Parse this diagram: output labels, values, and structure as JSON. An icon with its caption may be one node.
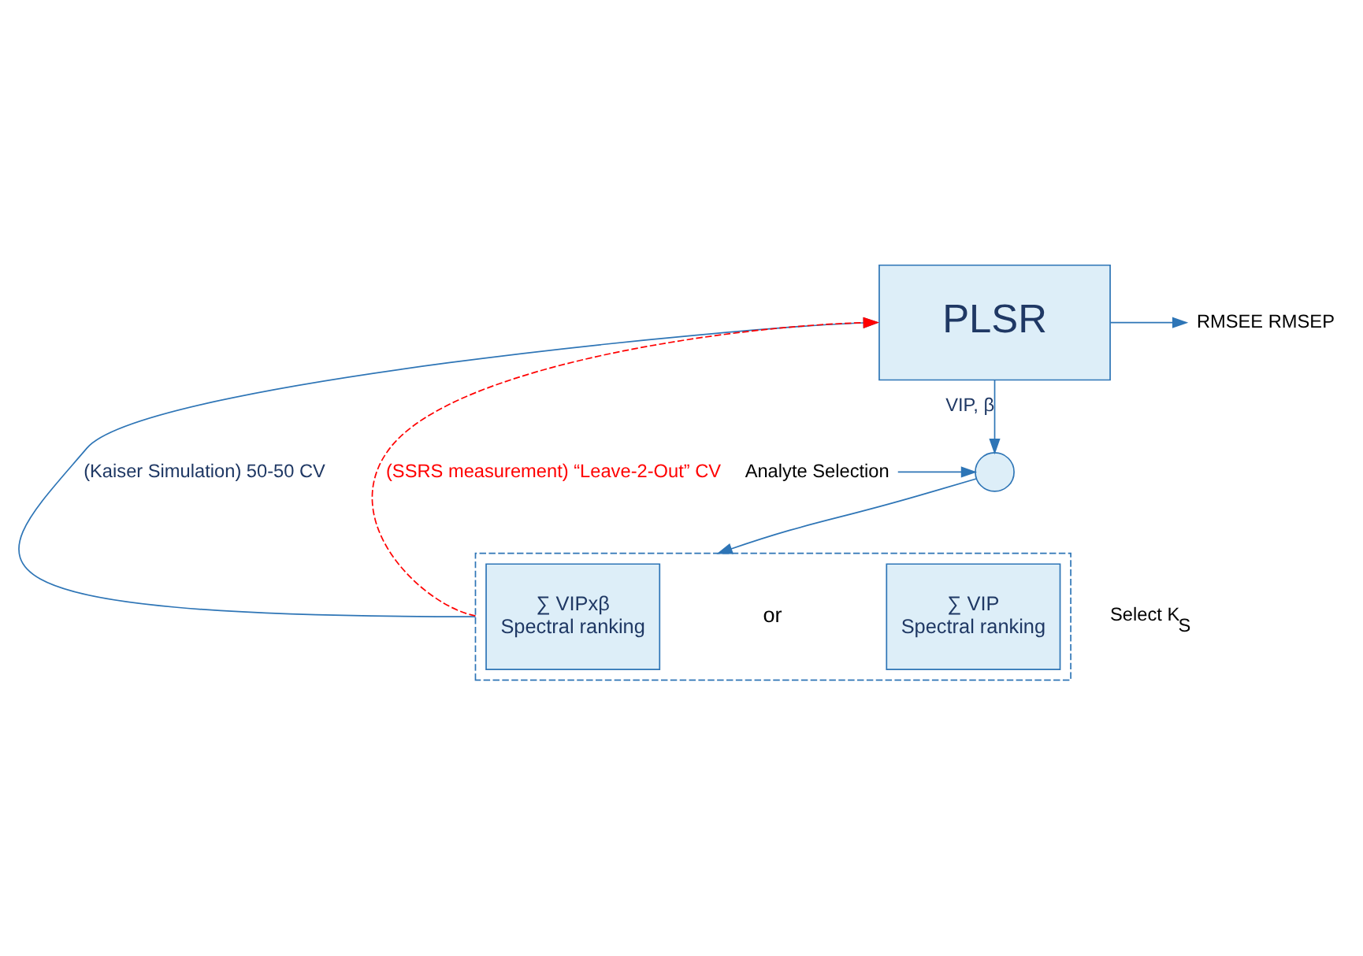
{
  "diagram": {
    "nodes": [
      {
        "text": [
          "PLSR"
        ]
      },
      {
        "text": [],
        "shape": "circle"
      },
      {
        "text": [
          "Analyte Selection"
        ]
      },
      {
        "text": [],
        "shape": "box"
      },
      {
        "text": [
          "∑ VIPxβ",
          "Spectral ranking"
        ],
        "in": 3
      },
      {
        "text": [
          "∑ VIP",
          "Spectral ranking"
        ],
        "in": 3
      },
      {
        "text": [
          "RMSEE RMSEP"
        ]
      }
    ],
    "edges": [
      {
        "from": 0,
        "to": 6,
        "arrow": "to"
      },
      {
        "from": 0,
        "to": 1,
        "arrow": "to",
        "label": "VIP, β"
      },
      {
        "from": 2,
        "to": 1,
        "arrow": "to"
      },
      {
        "from": 1,
        "to": 3,
        "arrow": "to"
      },
      {
        "from": 3,
        "to": 0,
        "arrow": "to",
        "label": "(Kaiser Simulation) 50-50 CV"
      },
      {
        "from": 3,
        "to": 0,
        "arrow": "to",
        "label": "(SSRS measurement) “Leave-2-Out” CV",
        "style": "dashed",
        "color": "#ff0000"
      }
    ],
    "labels": [
      "Select K$_{S}$",
      "or"
    ]
  }
}
